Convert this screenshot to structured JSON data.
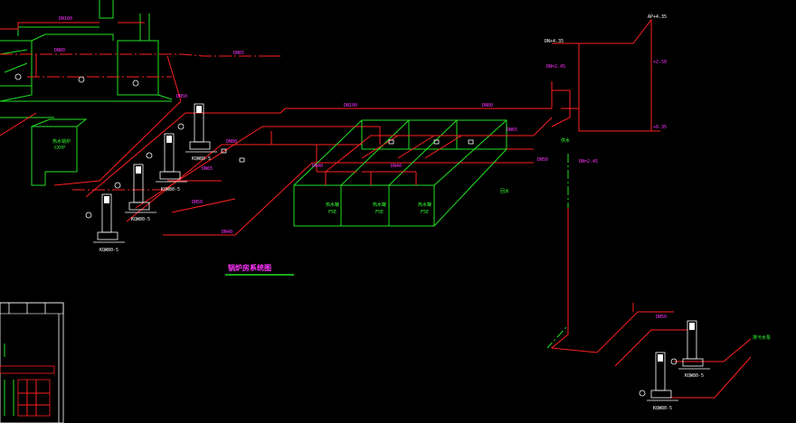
{
  "title": "锅炉房系统图",
  "colors": {
    "background": "#000000",
    "pipe_red": "#ff2020",
    "equipment_green": "#22e022",
    "text_magenta": "#ff33ff",
    "pump_white": "#ffffff"
  },
  "labels": {
    "top_right_1": "AP+4.35",
    "top_right_2": "DN+4.35",
    "pump_a": "KQW80-5",
    "pump_b": "KQW80-5",
    "pump_c": "KQW80-5",
    "pump_d": "KQW80-5",
    "pump_e": "KQW80-5",
    "pump_f": "KQW80-5",
    "tank_1": "热水罐",
    "tank_2": "热水罐",
    "tank_3": "热水罐",
    "tank_1_sub": "F5E",
    "tank_2_sub": "F5E",
    "tank_3_sub": "F5E",
    "boiler_unit": "热水锅炉",
    "boiler_unit_sub": "CXYP",
    "riser_label_1": "DN=2.45",
    "riser_label_2": "DN=2.45",
    "supply_label": "供水",
    "return_label": "回水",
    "pipe_size_1": "DN80",
    "pipe_size_2": "DN65",
    "pipe_size_3": "DN50",
    "pipe_size_4": "DN40",
    "pipe_size_5": "DN100",
    "bottom_right_label": "排污水泵",
    "elev_1": "+2.50",
    "elev_2": "+0.35"
  }
}
